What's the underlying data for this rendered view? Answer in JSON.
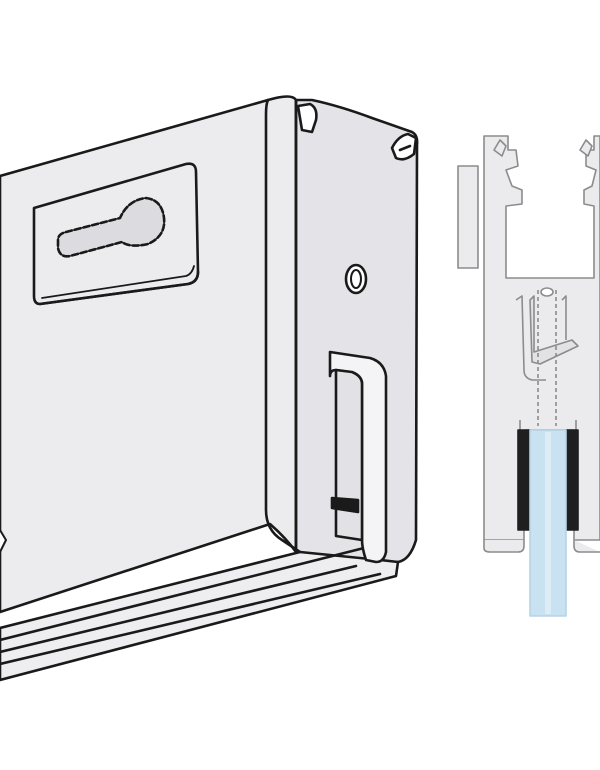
{
  "figure": {
    "colors": {
      "background": "#ffffff",
      "outline": "#1a1a1a",
      "panel_fill": "#ececef",
      "panel_shade": "#dcdce0",
      "profile_fill": "#ebebed",
      "profile_stroke": "#8c8c8c",
      "gasket": "#1f1f1f",
      "glass": "#c9e2f2"
    },
    "parts": {
      "lock_body": "lock-body-perspective",
      "keyhole": "keyhole-icon",
      "side_bracket": "side-bracket",
      "mounting_hole": "mounting-hole",
      "profile_section": "profile-cross-section",
      "glass_panel": "glass-pane"
    }
  }
}
